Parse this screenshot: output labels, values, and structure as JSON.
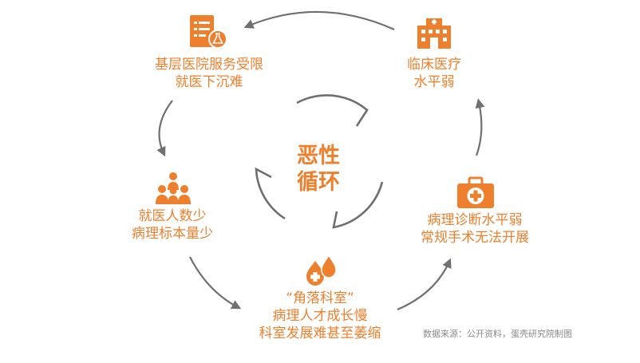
{
  "colors": {
    "accent": "#ee7f2d",
    "arrow": "#707070",
    "source": "#8a8a8a"
  },
  "center": {
    "line1": "恶性",
    "line2": "循环"
  },
  "nodes": {
    "primary_care": {
      "icon": "clipboard-flask-icon",
      "line1": "基层医院服务受限",
      "line2": "就医下沉难"
    },
    "clinical_medicine": {
      "icon": "hospital-building-icon",
      "line1": "临床医疗",
      "line2": "水平弱"
    },
    "pathology_diagnosis": {
      "icon": "medical-kit-icon",
      "line1": "病理诊断水平弱",
      "line2": "常规手术无法开展"
    },
    "corner_department": {
      "icon": "blood-drop-icon",
      "line1": "“角落科室”",
      "line2": "病理人才成长慢",
      "line3": "科室发展难甚至萎缩"
    },
    "few_patients": {
      "icon": "people-group-icon",
      "line1": "就医人数少",
      "line2": "病理标本量少"
    }
  },
  "source_note": "数据来源：公开资料，蛋壳研究院制图"
}
